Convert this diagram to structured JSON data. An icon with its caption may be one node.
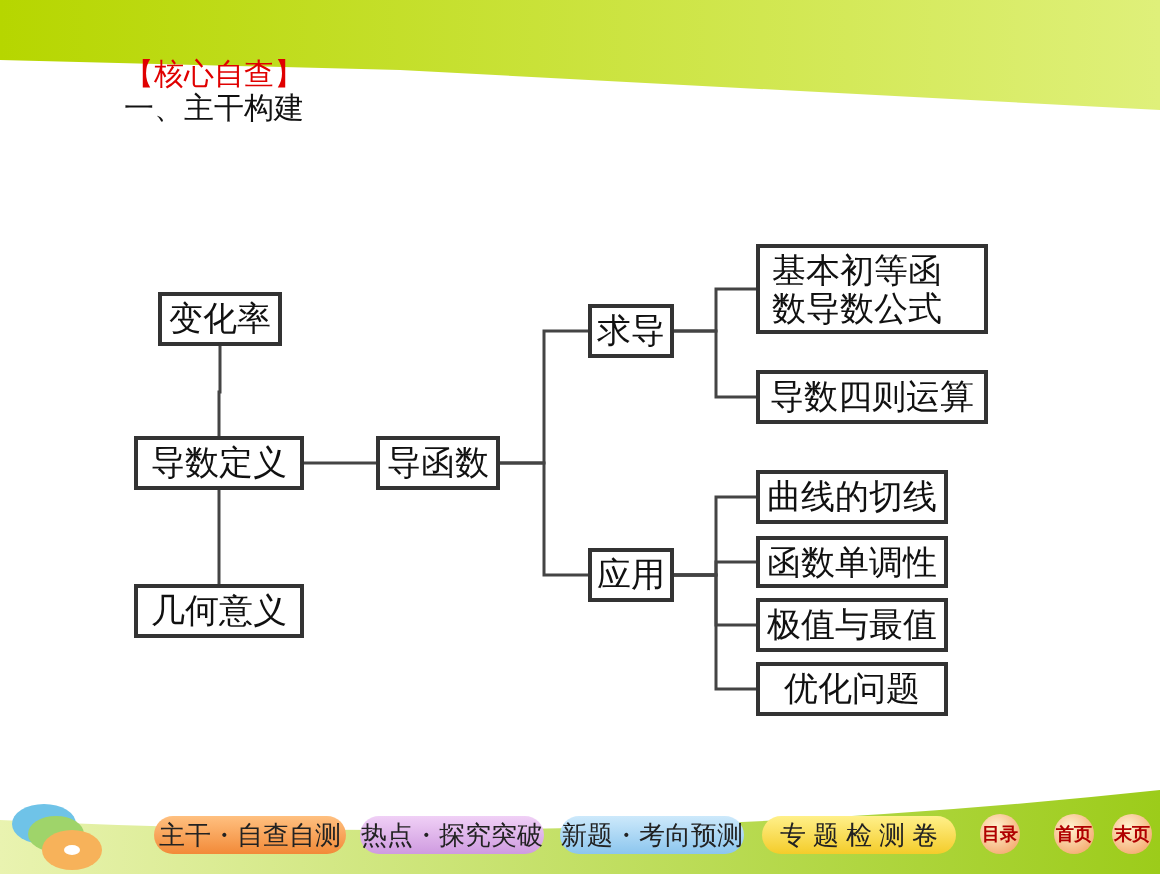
{
  "diagram": {
    "nodes": [
      {
        "text": [
          "变化率"
        ]
      },
      {
        "text": [
          "导数定义"
        ]
      },
      {
        "text": [
          "几何意义"
        ]
      },
      {
        "text": [
          "导函数"
        ]
      },
      {
        "text": [
          "求导"
        ]
      },
      {
        "text": [
          "应用"
        ]
      },
      {
        "text": [
          "基本初等函数导数公式"
        ]
      },
      {
        "text": [
          "导数四则运算"
        ]
      },
      {
        "text": [
          "曲线的切线"
        ]
      },
      {
        "text": [
          "函数单调性"
        ]
      },
      {
        "text": [
          "极值与最值"
        ]
      },
      {
        "text": [
          "优化问题"
        ]
      }
    ],
    "edges": [
      {
        "from": 0,
        "to": 1,
        "arrow": "none"
      },
      {
        "from": 1,
        "to": 2,
        "arrow": "none"
      },
      {
        "from": 1,
        "to": 3,
        "arrow": "none"
      },
      {
        "from": 3,
        "to": 4,
        "arrow": "none"
      },
      {
        "from": 3,
        "to": 5,
        "arrow": "none"
      },
      {
        "from": 4,
        "to": 6,
        "arrow": "none"
      },
      {
        "from": 4,
        "to": 7,
        "arrow": "none"
      },
      {
        "from": 5,
        "to": 8,
        "arrow": "none"
      },
      {
        "from": 5,
        "to": 9,
        "arrow": "none"
      },
      {
        "from": 5,
        "to": 10,
        "arrow": "none"
      },
      {
        "from": 5,
        "to": 11,
        "arrow": "none"
      }
    ],
    "labels": [
      "【核心自查】",
      "一、主干构建",
      "主干・自查自测",
      "热点・探究突破",
      "新题・考向预测",
      "专 题 检 测 卷",
      "目录",
      "首页",
      "末页"
    ]
  }
}
